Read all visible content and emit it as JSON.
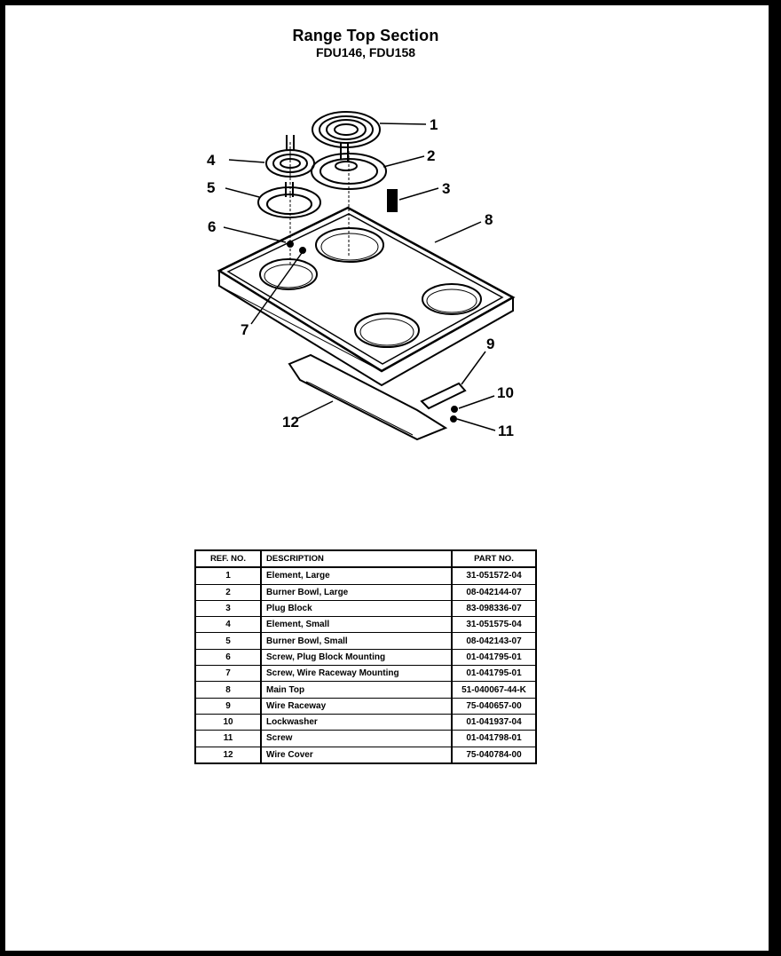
{
  "title": "Range Top Section",
  "subtitle": "FDU146, FDU158",
  "callouts": [
    "1",
    "2",
    "3",
    "4",
    "5",
    "6",
    "7",
    "8",
    "9",
    "10",
    "11",
    "12"
  ],
  "table": {
    "headers": {
      "ref": "REF. NO.",
      "description": "DESCRIPTION",
      "part": "PART NO."
    },
    "rows": [
      {
        "ref": "1",
        "description": "Element, Large",
        "part": "31-051572-04"
      },
      {
        "ref": "2",
        "description": "Burner Bowl, Large",
        "part": "08-042144-07"
      },
      {
        "ref": "3",
        "description": "Plug Block",
        "part": "83-098336-07"
      },
      {
        "ref": "4",
        "description": "Element, Small",
        "part": "31-051575-04"
      },
      {
        "ref": "5",
        "description": "Burner Bowl, Small",
        "part": "08-042143-07"
      },
      {
        "ref": "6",
        "description": "Screw, Plug Block Mounting",
        "part": "01-041795-01"
      },
      {
        "ref": "7",
        "description": "Screw, Wire Raceway Mounting",
        "part": "01-041795-01"
      },
      {
        "ref": "8",
        "description": "Main Top",
        "part": "51-040067-44-K"
      },
      {
        "ref": "9",
        "description": "Wire Raceway",
        "part": "75-040657-00"
      },
      {
        "ref": "10",
        "description": "Lockwasher",
        "part": "01-041937-04"
      },
      {
        "ref": "11",
        "description": "Screw",
        "part": "01-041798-01"
      },
      {
        "ref": "12",
        "description": "Wire Cover",
        "part": "75-040784-00"
      }
    ]
  }
}
